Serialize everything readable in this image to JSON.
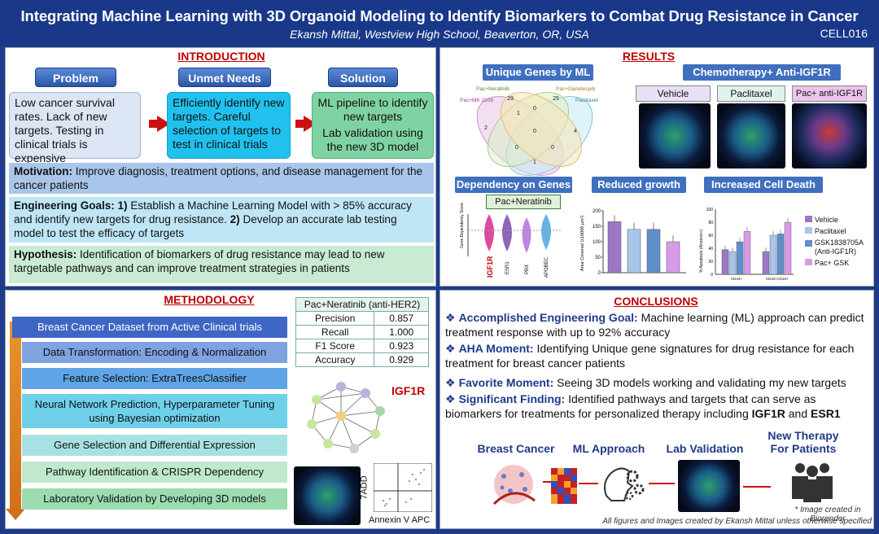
{
  "header": {
    "title": "Integrating Machine Learning with 3D Organoid Modeling to Identify Biomarkers to Combat Drug Resistance in Cancer",
    "subtitle": "Ekansh Mittal, Westview High School, Beaverton, OR, USA",
    "code": "CELL016"
  },
  "intro": {
    "title": "INTRODUCTION",
    "problem": {
      "label": "Problem",
      "text": "Low cancer survival rates. Lack of new targets.  Testing in clinical trials is expensive"
    },
    "unmet": {
      "label": "Unmet Needs",
      "text": "Efficiently identify new targets. Careful selection of targets to test in clinical trials"
    },
    "solution": {
      "label": "Solution",
      "text1": "ML pipeline to identify new targets",
      "text2": "Lab validation using the new 3D model"
    },
    "motivation_label": "Motivation:",
    "motivation": "Improve diagnosis, treatment options, and disease management for the cancer patients",
    "goals_label": "Engineering Goals:",
    "goal1_num": "1)",
    "goal1": "Establish a Machine Learning Model with > 85% accuracy and identify new targets for drug resistance.",
    "goal2_num": "2)",
    "goal2": "Develop an accurate  lab testing model to test the efficacy of targets",
    "hyp_label": "Hypothesis:",
    "hyp": "Identification of biomarkers of drug resistance may lead to new targetable pathways and can improve treatment strategies in patients"
  },
  "methods": {
    "title": "METHODOLOGY",
    "steps": [
      "Breast Cancer Dataset from Active Clinical trials",
      "Data Transformation: Encoding & Normalization",
      "Feature Selection: ExtraTreesClassifier",
      "Neural Network Prediction, Hyperparameter Tuning using Bayesian optimization",
      "Gene Selection and Differential Expression",
      "Pathway Identification & CRISPR Dependency",
      "Laboratory Validation by Developing 3D models"
    ],
    "table_title": "Pac+Neratinib  (anti-HER2)",
    "table": [
      [
        "Precision",
        "0.857"
      ],
      [
        "Recall",
        "1.000"
      ],
      [
        "F1 Score",
        "0.923"
      ],
      [
        "Accuracy",
        "0.929"
      ]
    ],
    "network_label": "IGF1R",
    "facs_y": "7ADD",
    "facs_x": "Annexin V APC"
  },
  "results": {
    "title": "RESULTS",
    "venn_title": "Unique Genes by ML",
    "venn_sets": [
      "Pac+Neratinib",
      "Pac+Ganetespib",
      "Pac+MK 2206",
      "Paclitaxel"
    ],
    "venn_numbers": [
      "29",
      "0",
      "1",
      "25",
      "2",
      "0",
      "4",
      "0",
      "0",
      "1"
    ],
    "chemo_title": "Chemotherapy+ Anti-IGF1R",
    "img_labels": [
      "Vehicle",
      "Paclitaxel",
      "Pac+ anti-IGF1R"
    ],
    "dep_title": "Dependency on Genes",
    "dep_sub": "Pac+Neratinib",
    "dep_ylabel": "Gene Dependency Score",
    "dep_genes": [
      "IGF1R",
      "ESR1",
      "PBX",
      "APOBEC"
    ],
    "growth_title": "Reduced growth",
    "growth_ylabel": "Area Covered (x10000 µm²)",
    "growth_ticks": [
      "0",
      "50",
      "100",
      "150",
      "200"
    ],
    "death_title": "Increased Cell Death",
    "death_ylabel": "% Apoptosis (Annexin+)",
    "death_x": [
      "CD44+",
      "CD44+CD24+"
    ],
    "death_ticks": [
      "0",
      "20",
      "40",
      "60",
      "80",
      "100"
    ],
    "legend": [
      "Vehicle",
      "Paclitaxel",
      "GSK1838705A (Anti-IGF1R)",
      "Pac+ GSK"
    ],
    "colors": {
      "vehicle": "#9b78c6",
      "paclitaxel": "#a9c6ea",
      "gsk": "#5f8fc9",
      "pacgsk": "#d89be8"
    }
  },
  "chart_data": [
    {
      "type": "bar",
      "title": "Reduced growth",
      "ylabel": "Area Covered (x10000 µm²)",
      "ylim": [
        0,
        200
      ],
      "series": [
        {
          "name": "Vehicle",
          "values": [
            165
          ]
        },
        {
          "name": "Paclitaxel",
          "values": [
            140
          ]
        },
        {
          "name": "GSK1838705A (Anti-IGF1R)",
          "values": [
            140
          ]
        },
        {
          "name": "Pac+ GSK",
          "values": [
            100
          ]
        }
      ]
    },
    {
      "type": "bar",
      "title": "Increased Cell Death",
      "ylabel": "% Apoptosis (Annexin+)",
      "categories": [
        "CD44+",
        "CD44+CD24+"
      ],
      "ylim": [
        0,
        100
      ],
      "series": [
        {
          "name": "Vehicle",
          "values": [
            38,
            35
          ]
        },
        {
          "name": "Paclitaxel",
          "values": [
            35,
            60
          ]
        },
        {
          "name": "GSK1838705A (Anti-IGF1R)",
          "values": [
            50,
            62
          ]
        },
        {
          "name": "Pac+ GSK",
          "values": [
            66,
            80
          ]
        }
      ]
    }
  ],
  "conclusions": {
    "title": "CONCLUSIONS",
    "items": [
      {
        "label": "Accomplished Engineering Goal:",
        "text": "Machine learning (ML) approach can predict treatment response with up to 92% accuracy"
      },
      {
        "label": "AHA Moment:",
        "text": "Identifying Unique gene signatures for drug resistance for each treatment for breast cancer patients"
      },
      {
        "label": "Favorite Moment:",
        "text": "Seeing 3D models working and validating my new targets"
      },
      {
        "label": "Significant Finding:",
        "text": "Identified pathways and targets that can serve as biomarkers for treatments for personalized therapy including",
        "bold1": "IGF1R",
        "and": "and",
        "bold2": "ESR1"
      }
    ],
    "flow": [
      "Breast Cancer",
      "ML Approach",
      "Lab Validation",
      "New Therapy For Patients"
    ],
    "note1": "* Image created in Biorender",
    "note2": "All figures and Images created by Ekansh  Mittal unless otherwise specified"
  }
}
